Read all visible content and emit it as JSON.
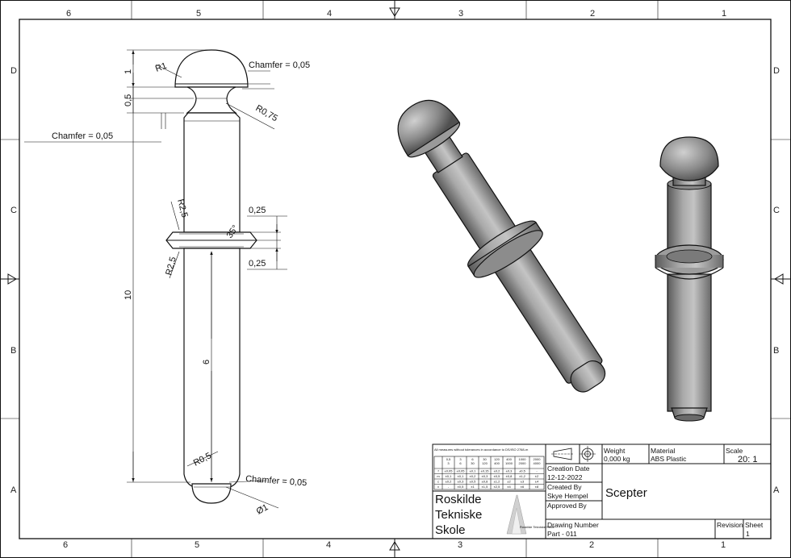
{
  "sheet": {
    "zones_top": [
      "6",
      "5",
      "4",
      "3",
      "2",
      "1"
    ],
    "zones_side": [
      "D",
      "C",
      "B",
      "A"
    ]
  },
  "dimensions": {
    "cap_height": "1",
    "neck_height": "0,5",
    "total_length": "10",
    "lower_length": "6",
    "ring_top": "0,25",
    "ring_bottom": "0,25",
    "ring_angle": "35°",
    "r_cap": "R1",
    "r_neck": "R0,75",
    "r_ring_top": "R2,5",
    "r_ring_bottom": "R2,5",
    "r_tip": "R0,5",
    "tip_dia": "Ø1",
    "chamfer_top": "Chamfer = 0,05",
    "chamfer_left": "Chamfer = 0,05",
    "chamfer_bottom": "Chamfer = 0,05"
  },
  "title_block": {
    "tolerance_note": "All measures without tolerances in accordance to DS/ISO 2768-m",
    "tolerance_table": [
      [
        "",
        "0,5\n3",
        "3\n6",
        "6\n30",
        "30\n120",
        "120\n400",
        "400\n1000",
        "1000\n2000",
        "2000\n4000"
      ],
      [
        "f",
        "±0,05",
        "±0,05",
        "±0,1",
        "±0,15",
        "±0,2",
        "±0,3",
        "±0,5",
        "-"
      ],
      [
        "m",
        "±0,1",
        "±0,1",
        "±0,2",
        "±0,3",
        "±0,5",
        "±0,8",
        "±1,2",
        "±2"
      ],
      [
        "c",
        "±0,2",
        "±0,3",
        "±0,5",
        "±0,8",
        "±1,2",
        "±2",
        "±3",
        "±4"
      ],
      [
        "v",
        "-",
        "±0,5",
        "±1",
        "±1,5",
        "±2,5",
        "±4",
        "±6",
        "±8"
      ]
    ],
    "school_line1": "Roskilde",
    "school_line2": "Tekniske",
    "school_line3": "Skole",
    "logo_text": "Roskilde Tekniske Skole",
    "weight_label": "Weight",
    "weight_value": "0,000 kg",
    "material_label": "Material",
    "material_value": "ABS Plastic",
    "scale_label": "Scale",
    "scale_value": "20: 1",
    "creation_label": "Creation Date",
    "creation_value": "12-12-2022",
    "created_by_label": "Created By",
    "created_by_value": "Skye Hempel",
    "approved_by_label": "Approved By",
    "title": "Scepter",
    "drawing_number_label": "Drawing Number",
    "drawing_number_value": "Part - 011",
    "revision_label": "Revision",
    "sheet_label": "Sheet",
    "sheet_value": "1"
  },
  "colors": {
    "line": "#111111",
    "shade_dark": "#5a5a5a",
    "shade_light": "#bdbdbd"
  }
}
